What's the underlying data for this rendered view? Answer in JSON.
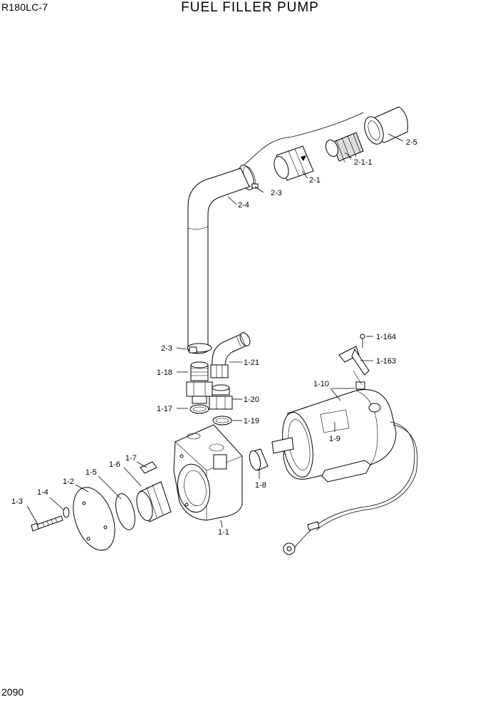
{
  "header": {
    "model": "R180LC-7",
    "title": "FUEL FILLER PUMP"
  },
  "footer": {
    "page_number": "2090"
  },
  "parts": {
    "p2_5": "2-5",
    "p2_1_1": "2-1-1",
    "p2_1": "2-1",
    "p2_3_top": "2-3",
    "p2_4": "2-4",
    "p2_3_bottom": "2-3",
    "p1_21": "1-21",
    "p1_18": "1-18",
    "p1_20": "1-20",
    "p1_17": "1-17",
    "p1_19": "1-19",
    "p1_164": "1-164",
    "p1_163": "1-163",
    "p1_10": "1-10",
    "p1_9": "1-9",
    "p1_7": "1-7",
    "p1_6": "1-6",
    "p1_5": "1-5",
    "p1_2": "1-2",
    "p1_4": "1-4",
    "p1_3": "1-3",
    "p1_8": "1-8",
    "p1_1": "1-1"
  }
}
